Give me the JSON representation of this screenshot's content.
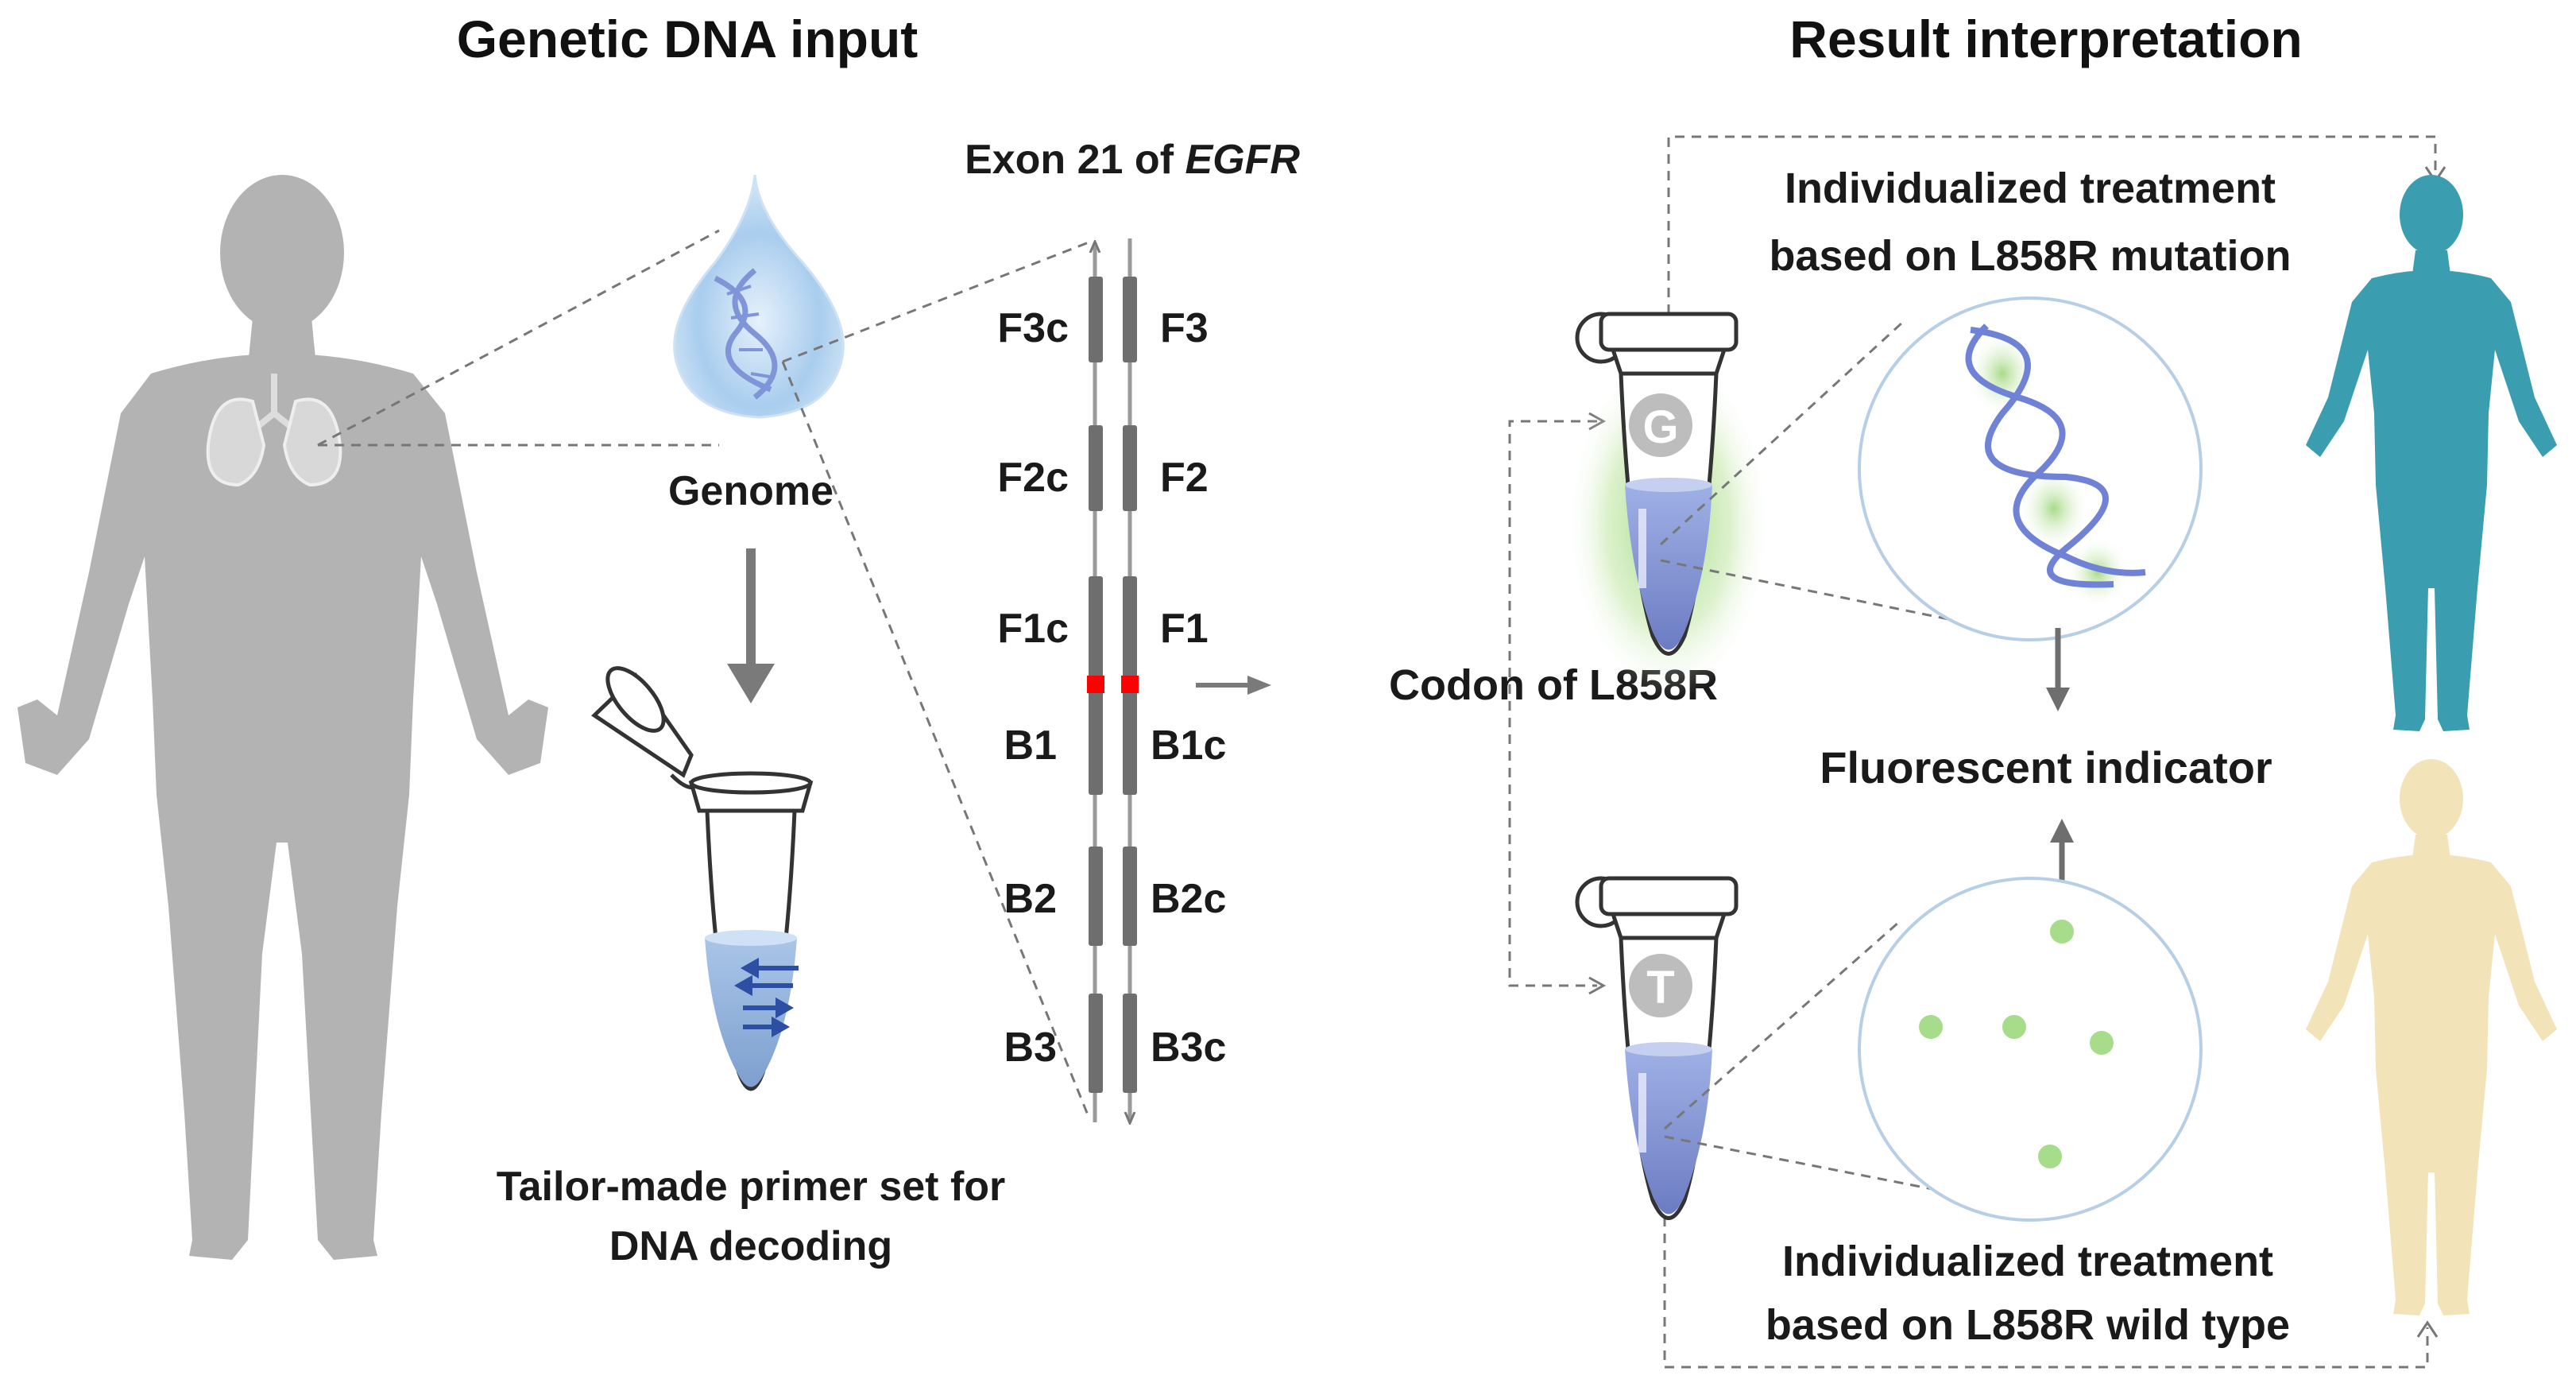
{
  "titles": {
    "left": "Genetic DNA input",
    "right": "Result interpretation"
  },
  "labels": {
    "genome": "Genome",
    "primer_line1": "Tailor-made primer set for",
    "primer_line2": "DNA decoding",
    "exon_prefix": "Exon 21 of ",
    "exon_gene": "EGFR",
    "codon": "Codon of L858R",
    "fluorescent": "Fluorescent indicator",
    "treat_mut_line1": "Individualized treatment",
    "treat_mut_line2": "based on L858R mutation",
    "treat_wt_line1": "Individualized treatment",
    "treat_wt_line2": "based on L858R wild type"
  },
  "strand_left_labels": [
    "F3c",
    "F2c",
    "F1c",
    "B1",
    "B2",
    "B3"
  ],
  "strand_right_labels": [
    "F3",
    "F2",
    "F1",
    "B1c",
    "B2c",
    "B3c"
  ],
  "tubes": {
    "top_letter": "G",
    "bottom_letter": "T"
  },
  "colors": {
    "silhouette_gray": "#b3b3b3",
    "patient_mutation": "#3a9db0",
    "patient_wildtype": "#f2e3b9",
    "liquid_blue": "#7f8fcf",
    "primer_blue": "#8fb3dc",
    "fluorescence_green": "#8fd16a",
    "mutation_marker": "#ff0000"
  },
  "icons": [
    "human-silhouette",
    "lungs-icon",
    "dna-droplet-icon",
    "tube-icon",
    "dna-helix-icon"
  ]
}
